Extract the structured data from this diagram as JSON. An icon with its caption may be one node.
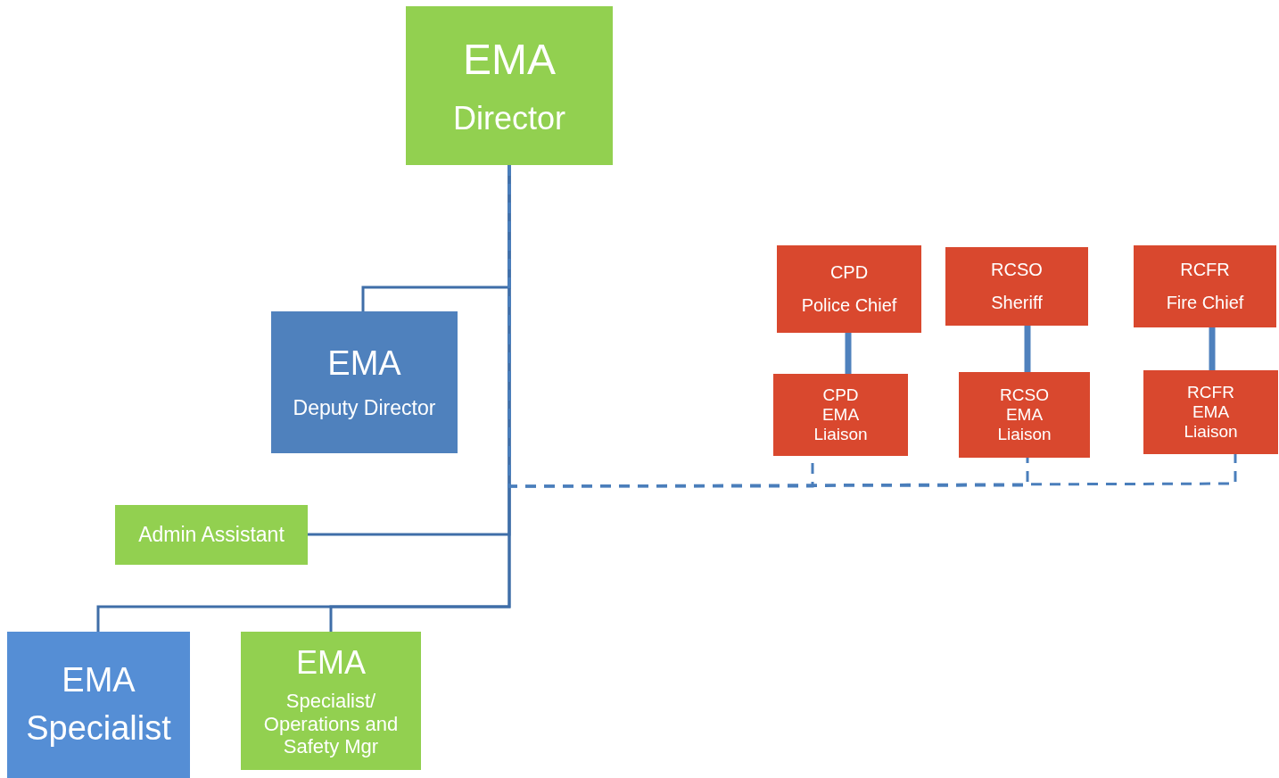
{
  "diagram": {
    "nodes": [
      {
        "text": [
          "EMA",
          "Director"
        ]
      },
      {
        "text": [
          "EMA",
          "Deputy Director"
        ]
      },
      {
        "text": [
          "Admin Assistant"
        ]
      },
      {
        "text": [
          "EMA",
          "Specialist"
        ]
      },
      {
        "text": [
          "EMA",
          "Specialist/ Operations and Safety Mgr"
        ]
      },
      {
        "text": [
          "CPD",
          "Police Chief"
        ]
      },
      {
        "text": [
          "RCSO",
          "Sheriff"
        ]
      },
      {
        "text": [
          "RCFR",
          "Fire Chief"
        ]
      },
      {
        "text": [
          "CPD EMA Liaison"
        ]
      },
      {
        "text": [
          "RCSO EMA Liaison"
        ]
      },
      {
        "text": [
          "RCFR EMA Liaison"
        ]
      }
    ],
    "edges": [
      {
        "from": 0,
        "to": 1,
        "arrow": "none"
      },
      {
        "from": 0,
        "to": 2,
        "arrow": "none"
      },
      {
        "from": 0,
        "to": 3,
        "arrow": "none"
      },
      {
        "from": 0,
        "to": 4,
        "arrow": "none"
      },
      {
        "from": 5,
        "to": 8,
        "arrow": "none",
        "style": "thick",
        "color": "#4f81bd"
      },
      {
        "from": 6,
        "to": 9,
        "arrow": "none",
        "style": "thick",
        "color": "#4f81bd"
      },
      {
        "from": 7,
        "to": 10,
        "arrow": "none",
        "style": "thick",
        "color": "#4f81bd"
      },
      {
        "from": 0,
        "to": 8,
        "arrow": "none",
        "style": "dashed",
        "color": "#4a7ebb"
      },
      {
        "from": 0,
        "to": 9,
        "arrow": "none",
        "style": "dashed",
        "color": "#4a7ebb"
      },
      {
        "from": 0,
        "to": 10,
        "arrow": "none",
        "style": "dashed",
        "color": "#4a7ebb"
      }
    ]
  }
}
